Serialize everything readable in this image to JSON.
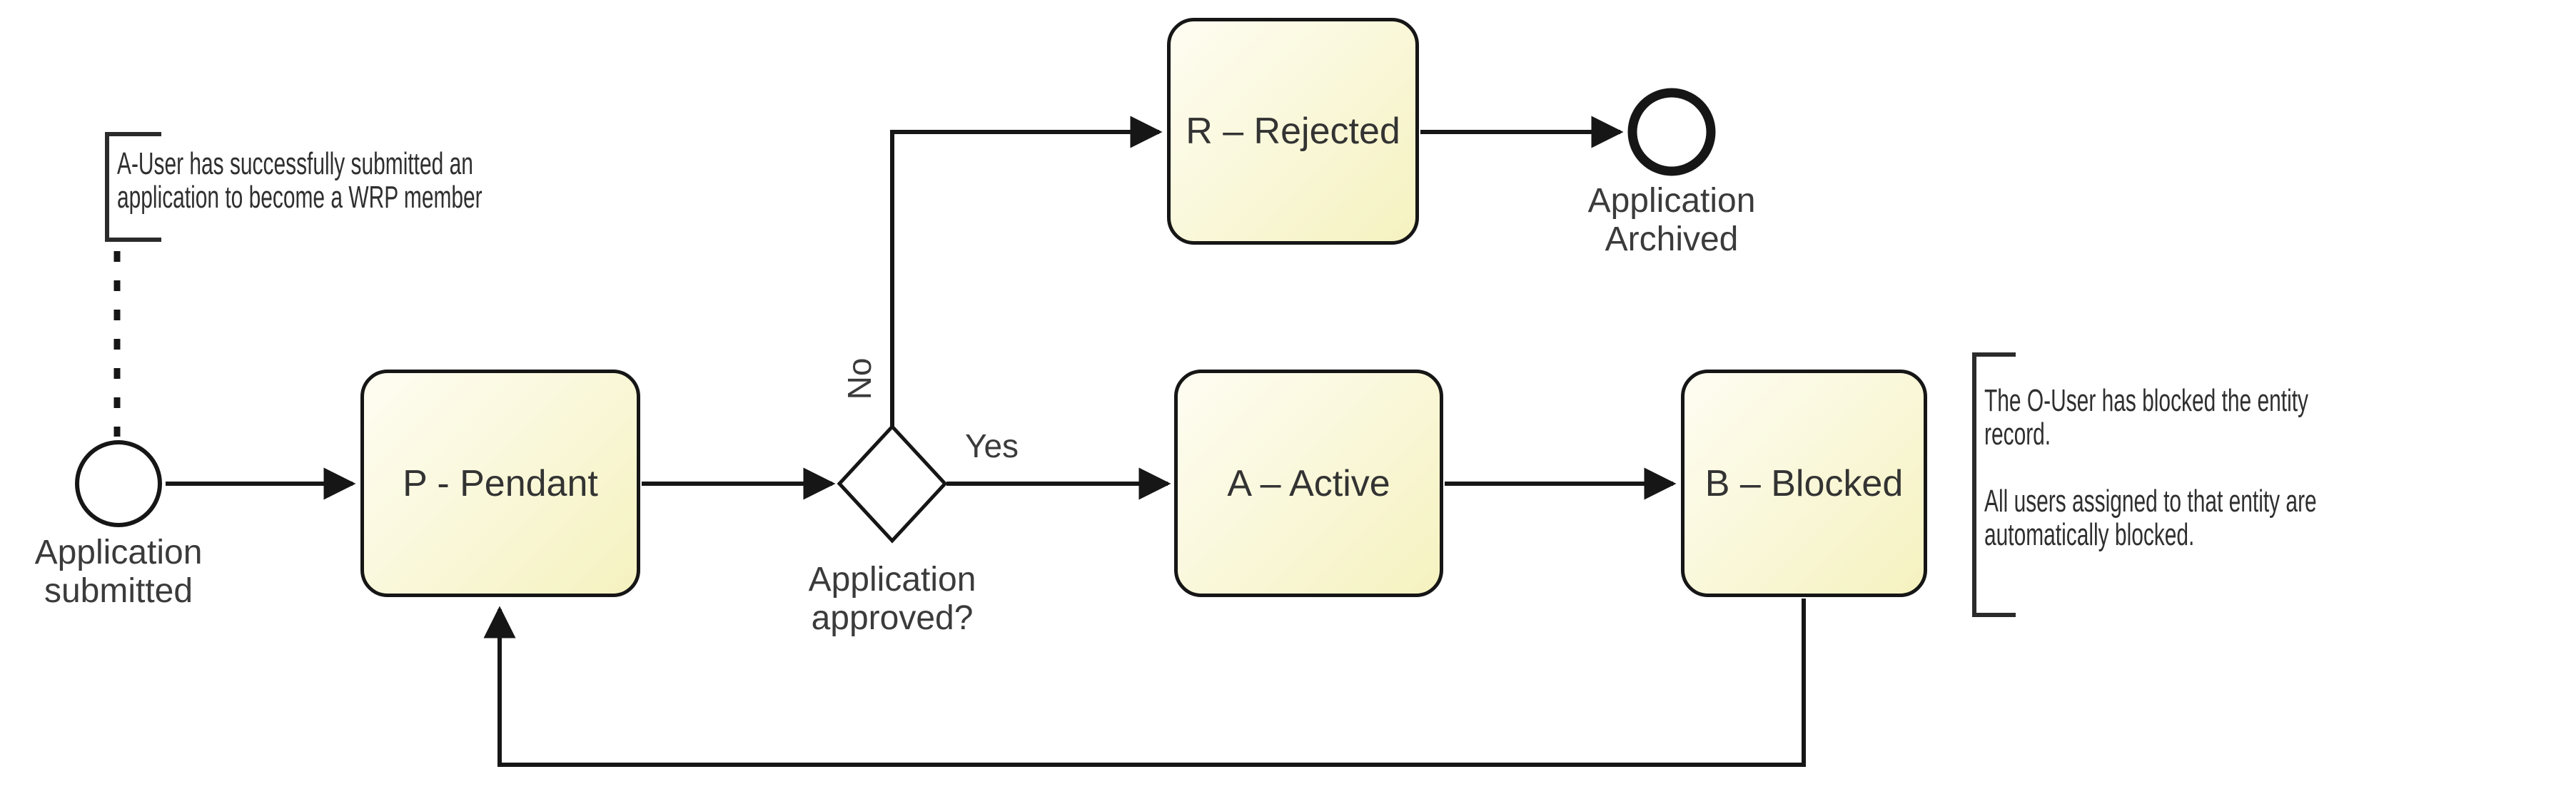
{
  "diagram": {
    "type": "bpmn-state-flow",
    "colors": {
      "background": "#ffffff",
      "box_fill_light": "#fefdf2",
      "box_fill_dark": "#f5f2c0",
      "box_border": "#161616",
      "line": "#161616",
      "box_text": "#333333",
      "label_text": "#3b3b3b",
      "note_text": "#2f2f2f"
    },
    "nodes": {
      "start_event": {
        "label": "Application\nsubmitted"
      },
      "task_pendant": {
        "label": "P - Pendant"
      },
      "gateway": {
        "label": "Application\napproved?",
        "branch_no": "No",
        "branch_yes": "Yes"
      },
      "task_rejected": {
        "label": "R – Rejected"
      },
      "end_event": {
        "label": "Application\nArchived"
      },
      "task_active": {
        "label": "A – Active"
      },
      "task_blocked": {
        "label": "B – Blocked"
      }
    },
    "annotations": {
      "submitted_note": "A-User has successfully submitted an\napplication to become a WRP member",
      "blocked_note": "The O-User has blocked the entity\nrecord.\n\nAll users assigned to that entity are\nautomatically blocked."
    }
  }
}
